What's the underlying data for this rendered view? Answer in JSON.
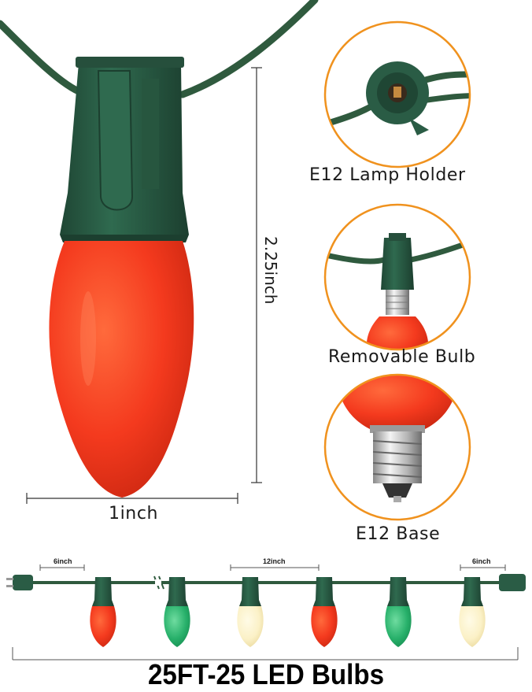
{
  "colors": {
    "cord": "#2f5a3e",
    "socket": "#2a5c45",
    "socket_dark": "#1f4634",
    "bulb_red": "#f43a1e",
    "bulb_green": "#27b06a",
    "bulb_warm": "#fbf1c7",
    "ring": "#f0921e"
  },
  "callouts": [
    {
      "label": "E12 Lamp Holder",
      "icon": "lamp-holder-closeup"
    },
    {
      "label": "Removable Bulb",
      "icon": "removable-bulb-closeup"
    },
    {
      "label": "E12 Base",
      "icon": "e12-base-closeup"
    }
  ],
  "dimensions": {
    "height_label": "2.25inch",
    "width_label": "1inch"
  },
  "strand": {
    "spacing_left": "6inch",
    "spacing_middle": "12inch",
    "spacing_right": "6inch",
    "bulb_colors": [
      "red",
      "green",
      "warm",
      "red",
      "green",
      "warm"
    ]
  },
  "footer": {
    "title": "25FT-25 LED Bulbs"
  }
}
